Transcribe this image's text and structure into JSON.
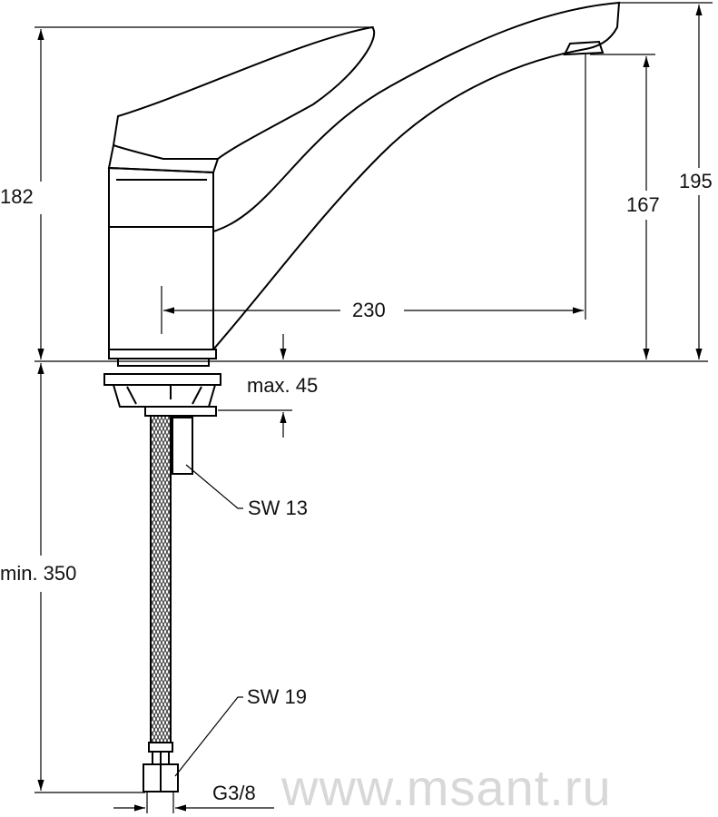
{
  "dimensions": {
    "height_overall": "182",
    "height_total": "195",
    "spout_height": "167",
    "spout_reach": "230",
    "max_thickness": "max. 45",
    "min_hose": "min. 350",
    "nut_small": "SW 13",
    "nut_large": "SW 19",
    "thread": "G3/8"
  },
  "watermark": "www.msant.ru"
}
